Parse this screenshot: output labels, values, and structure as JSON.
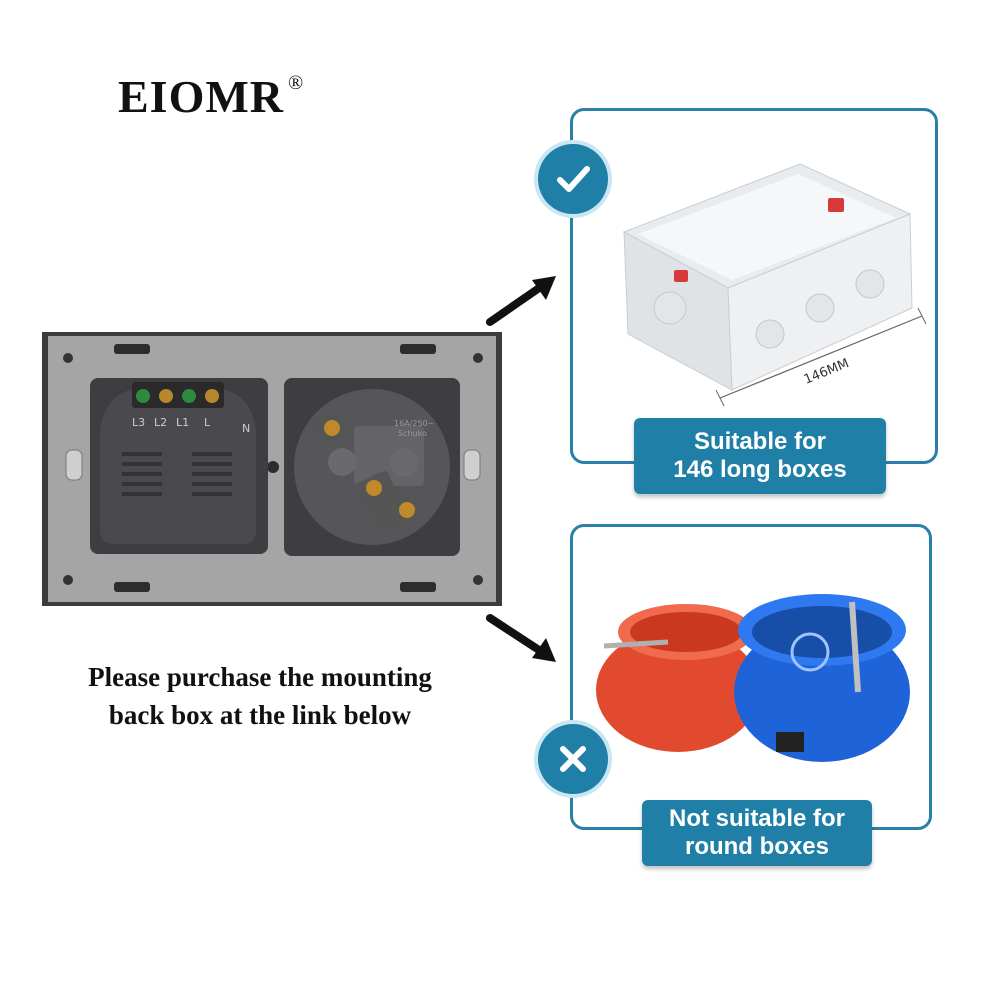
{
  "brand": {
    "name": "EIOMR",
    "trademark": "®"
  },
  "instruction": {
    "line1": "Please purchase the mounting",
    "line2": "back box at the link below"
  },
  "suitable": {
    "label_line1": "Suitable for",
    "label_line2": "146 long boxes",
    "dimension": "146MM",
    "icon": "check-icon"
  },
  "unsuitable": {
    "label_line1": "Not suitable for",
    "label_line2": "round boxes",
    "icon": "cross-icon"
  },
  "switch": {
    "terminals": [
      "L3",
      "L2",
      "L1",
      "L",
      "N"
    ]
  },
  "socket": {
    "markings": [
      "16A/250~",
      "Schuko"
    ]
  },
  "colors": {
    "accent": "#1f7fa6",
    "panel_border": "#2a7fa8",
    "frame": "#9b9b9b",
    "red_box": "#e8442c",
    "blue_box": "#1f63d8"
  }
}
